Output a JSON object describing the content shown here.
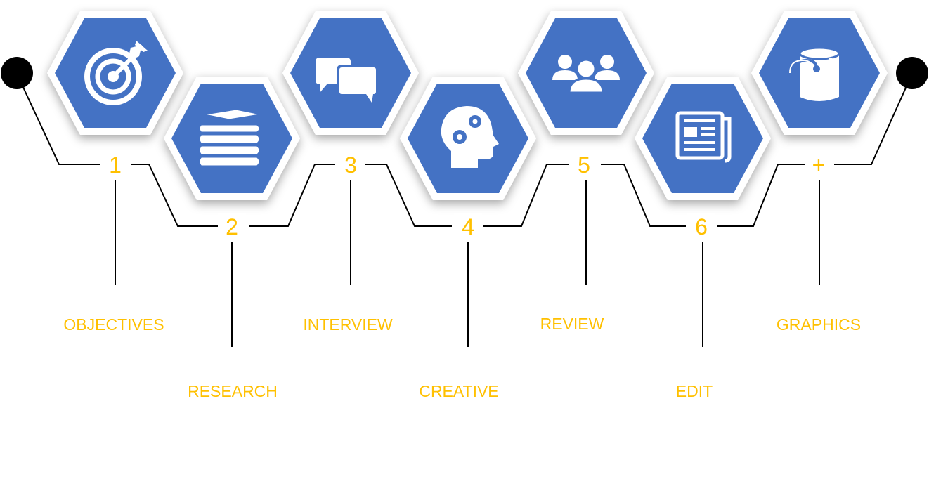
{
  "colors": {
    "hexagon_fill": "#4472C4",
    "hexagon_rim": "#ffffff",
    "accent_text": "#FFC000",
    "line": "#000000",
    "icon": "#ffffff"
  },
  "steps": [
    {
      "number": "1",
      "label": "OBJECTIVES",
      "icon": "target-icon"
    },
    {
      "number": "2",
      "label": "RESEARCH",
      "icon": "books-icon"
    },
    {
      "number": "3",
      "label": "INTERVIEW",
      "icon": "chat-bubbles-icon"
    },
    {
      "number": "4",
      "label": "CREATIVE",
      "icon": "head-gears-icon"
    },
    {
      "number": "5",
      "label": "REVIEW",
      "icon": "people-group-icon"
    },
    {
      "number": "6",
      "label": "EDIT",
      "icon": "newspaper-icon"
    },
    {
      "number": "+",
      "label": "GRAPHICS",
      "icon": "paint-bucket-icon"
    }
  ]
}
